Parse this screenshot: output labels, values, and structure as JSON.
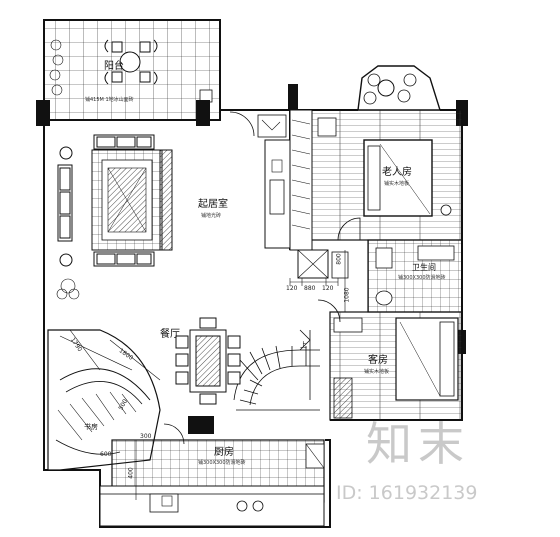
{
  "rooms": {
    "balcony": {
      "name": "阳台",
      "note": "铺415M 1地冰山面砖"
    },
    "living": {
      "name": "起居室",
      "note": "铺地光砖"
    },
    "elder_bedroom": {
      "name": "老人房",
      "note": "铺实木地板"
    },
    "bath": {
      "name": "卫生间",
      "note": "铺300X300防滑地砖"
    },
    "guest_room": {
      "name": "客房",
      "note": "铺实木地板"
    },
    "dining": {
      "name": "餐厅"
    },
    "kitchen": {
      "name": "厨房",
      "note": "铺300X300防滑地砖"
    },
    "study": {
      "name": "书房"
    },
    "stair_up": {
      "name": "上"
    }
  },
  "dimensions": {
    "d120a": "120",
    "d880": "880",
    "d120b": "120",
    "d1080": "1080",
    "d800": "800",
    "d1790": "1790",
    "d1800": "1800",
    "d500": "500",
    "d300": "300",
    "d400": "400",
    "d600": "600"
  },
  "watermark": {
    "brand": "知末",
    "id_text": "ID: 161932139"
  },
  "colors": {
    "line": "#111111",
    "hatch": "#555555",
    "watermark": "#c9c9c9"
  }
}
